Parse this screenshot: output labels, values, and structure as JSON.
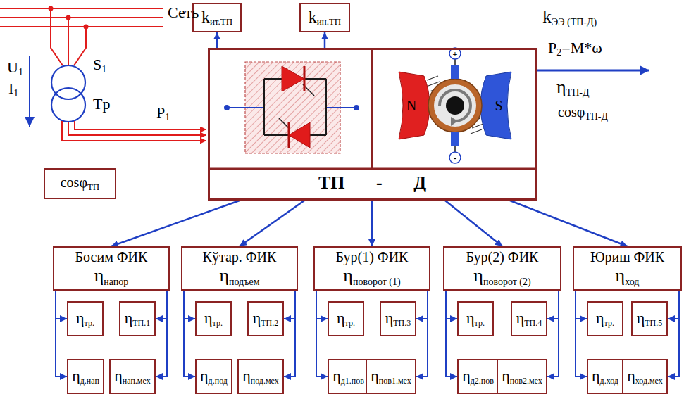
{
  "diagram": {
    "nodes": [
      {
        "text": [
          "k",
          "ит.ТП"
        ]
      },
      {
        "text": [
          "k",
          "ин.ТП"
        ]
      },
      {
        "text": [
          "ТП - Д"
        ]
      },
      {
        "text": [
          "cosφ",
          "ТП"
        ]
      },
      {
        "text": [
          "Босим ФИК",
          "η",
          "напор"
        ]
      },
      {
        "text": [
          "Кўтар. ФИК",
          "η",
          "подъем"
        ]
      },
      {
        "text": [
          "Бур(1) ФИК",
          "η",
          "поворот (1)"
        ]
      },
      {
        "text": [
          "Бур(2) ФИК",
          "η",
          "поворот (2)"
        ]
      },
      {
        "text": [
          "Юриш ФИК",
          "η",
          "ход"
        ]
      },
      {
        "text": [
          "η",
          "тр."
        ]
      },
      {
        "text": [
          "η",
          "ТП.1"
        ]
      },
      {
        "text": [
          "η",
          "д.нап"
        ]
      },
      {
        "text": [
          "η",
          "нап.мех"
        ]
      },
      {
        "text": [
          "η",
          "тр."
        ]
      },
      {
        "text": [
          "η",
          "ТП.2"
        ]
      },
      {
        "text": [
          "η",
          "д.под"
        ]
      },
      {
        "text": [
          "η",
          "под.мех"
        ]
      },
      {
        "text": [
          "η",
          "тр."
        ]
      },
      {
        "text": [
          "η",
          "ТП.3"
        ]
      },
      {
        "text": [
          "η",
          "д1.пов"
        ]
      },
      {
        "text": [
          "η",
          "пов1.мех"
        ]
      },
      {
        "text": [
          "η",
          "тр."
        ]
      },
      {
        "text": [
          "η",
          "ТП.4"
        ]
      },
      {
        "text": [
          "η",
          "д2.пов"
        ]
      },
      {
        "text": [
          "η",
          "пов2.мех"
        ]
      },
      {
        "text": [
          "η",
          "тр."
        ]
      },
      {
        "text": [
          "η",
          "ТП.5"
        ]
      },
      {
        "text": [
          "η",
          "д.ход"
        ]
      },
      {
        "text": [
          "η",
          "ход.мех"
        ]
      }
    ],
    "edges": [
      {
        "from": 2,
        "to": 0,
        "arrow": "to"
      },
      {
        "from": 2,
        "to": 1,
        "arrow": "to"
      },
      {
        "from": 2,
        "to": 4,
        "arrow": "to"
      },
      {
        "from": 2,
        "to": 5,
        "arrow": "to"
      },
      {
        "from": 2,
        "to": 6,
        "arrow": "to"
      },
      {
        "from": 2,
        "to": 7,
        "arrow": "to"
      },
      {
        "from": 2,
        "to": 8,
        "arrow": "to"
      },
      {
        "from": 4,
        "to": 9,
        "arrow": "to"
      },
      {
        "from": 4,
        "to": 10,
        "arrow": "to"
      },
      {
        "from": 4,
        "to": 11,
        "arrow": "to"
      },
      {
        "from": 4,
        "to": 12,
        "arrow": "to"
      },
      {
        "from": 5,
        "to": 13,
        "arrow": "to"
      },
      {
        "from": 5,
        "to": 14,
        "arrow": "to"
      },
      {
        "from": 5,
        "to": 15,
        "arrow": "to"
      },
      {
        "from": 5,
        "to": 16,
        "arrow": "to"
      },
      {
        "from": 6,
        "to": 17,
        "arrow": "to"
      },
      {
        "from": 6,
        "to": 18,
        "arrow": "to"
      },
      {
        "from": 6,
        "to": 19,
        "arrow": "to"
      },
      {
        "from": 6,
        "to": 20,
        "arrow": "to"
      },
      {
        "from": 7,
        "to": 21,
        "arrow": "to"
      },
      {
        "from": 7,
        "to": 22,
        "arrow": "to"
      },
      {
        "from": 7,
        "to": 23,
        "arrow": "to"
      },
      {
        "from": 7,
        "to": 24,
        "arrow": "to"
      },
      {
        "from": 8,
        "to": 25,
        "arrow": "to"
      },
      {
        "from": 8,
        "to": 26,
        "arrow": "to"
      },
      {
        "from": 8,
        "to": 27,
        "arrow": "to"
      },
      {
        "from": 8,
        "to": 28,
        "arrow": "to"
      }
    ],
    "labels": [
      "Сеть",
      "U",
      "1",
      "I",
      "1",
      "S",
      "1",
      "Tp",
      "P",
      "1",
      "k",
      "ЭЭ (ТП-Д)",
      "P",
      "2",
      "=M*ω",
      "η",
      "ТП-Д",
      "cosφ",
      "ТП-Д",
      "N",
      "S",
      "+",
      "-"
    ]
  }
}
